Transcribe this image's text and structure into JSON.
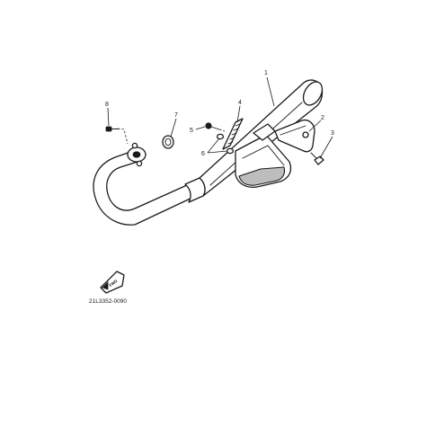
{
  "diagram": {
    "reference_code": "21L3352-0090",
    "badge_label": "FWD",
    "callouts": [
      {
        "id": "1",
        "label": "1"
      },
      {
        "id": "2",
        "label": "2"
      },
      {
        "id": "3",
        "label": "3"
      },
      {
        "id": "4",
        "label": "4"
      },
      {
        "id": "5",
        "label": "5"
      },
      {
        "id": "6",
        "label": "6"
      },
      {
        "id": "7",
        "label": "7"
      },
      {
        "id": "8",
        "label": "8"
      }
    ]
  }
}
